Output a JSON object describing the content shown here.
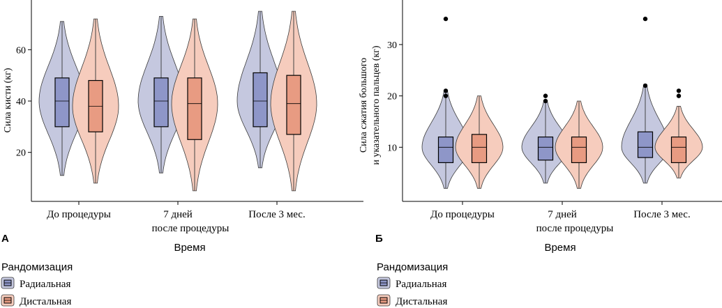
{
  "colors": {
    "radial_fill": "#c5c8df",
    "radial_box": "#8e96c8",
    "distal_fill": "#f6ccbd",
    "distal_box": "#e89b82",
    "violin_stroke": "#3a3a3a",
    "axis": "#000000"
  },
  "legend": {
    "title": "Рандомизация",
    "items": [
      {
        "label": "Радиальная",
        "key": "radial"
      },
      {
        "label": "Дистальная",
        "key": "distal"
      }
    ]
  },
  "chart_data": [
    {
      "panel": "А",
      "type": "violin",
      "ylabel": "Сила кисти (кг)",
      "xlabel": "Время",
      "categories": [
        {
          "line1": "До процедуры",
          "line2": ""
        },
        {
          "line1": "7 дней",
          "line2": "после процедуры"
        },
        {
          "line1": "После 3 мес.",
          "line2": ""
        }
      ],
      "ylim": [
        2,
        78
      ],
      "yticks": [
        20,
        40,
        60
      ],
      "series": [
        {
          "name": "Радиальная",
          "key": "radial",
          "groups": [
            {
              "min": 11,
              "q1": 30,
              "median": 40,
              "q3": 49,
              "max": 71,
              "outliers": []
            },
            {
              "min": 12,
              "q1": 30,
              "median": 40,
              "q3": 49,
              "max": 73,
              "outliers": []
            },
            {
              "min": 14,
              "q1": 30,
              "median": 40,
              "q3": 51,
              "max": 75,
              "outliers": []
            }
          ]
        },
        {
          "name": "Дистальная",
          "key": "distal",
          "groups": [
            {
              "min": 8,
              "q1": 28,
              "median": 38,
              "q3": 48,
              "max": 72,
              "outliers": []
            },
            {
              "min": 5,
              "q1": 25,
              "median": 39,
              "q3": 49,
              "max": 72,
              "outliers": []
            },
            {
              "min": 5,
              "q1": 27,
              "median": 39,
              "q3": 50,
              "max": 75,
              "outliers": []
            }
          ]
        }
      ]
    },
    {
      "panel": "Б",
      "type": "violin",
      "ylabel": "Сила сжатия большого и указательного пальцев (кг)",
      "ylabel_line1": "Сила сжатия большого",
      "ylabel_line2": "и указательного пальцев (кг)",
      "xlabel": "Время",
      "categories": [
        {
          "line1": "До процедуры",
          "line2": ""
        },
        {
          "line1": "7 дней",
          "line2": "после процедуры"
        },
        {
          "line1": "После 3 мес.",
          "line2": ""
        }
      ],
      "ylim": [
        0,
        38
      ],
      "yticks": [
        10,
        20,
        30
      ],
      "series": [
        {
          "name": "Радиальная",
          "key": "radial",
          "groups": [
            {
              "min": 2,
              "q1": 7,
              "median": 10,
              "q3": 12,
              "max": 21,
              "outliers": [
                35,
                21,
                20
              ]
            },
            {
              "min": 3,
              "q1": 7.5,
              "median": 10,
              "q3": 12,
              "max": 19,
              "outliers": [
                20,
                19
              ]
            },
            {
              "min": 3,
              "q1": 8,
              "median": 10,
              "q3": 13,
              "max": 22,
              "outliers": [
                35,
                22
              ]
            }
          ]
        },
        {
          "name": "Дистальная",
          "key": "distal",
          "groups": [
            {
              "min": 2,
              "q1": 7,
              "median": 10,
              "q3": 12.5,
              "max": 20,
              "outliers": []
            },
            {
              "min": 2,
              "q1": 7,
              "median": 10,
              "q3": 12,
              "max": 19,
              "outliers": []
            },
            {
              "min": 4,
              "q1": 7,
              "median": 10,
              "q3": 12,
              "max": 18,
              "outliers": [
                21,
                20
              ]
            }
          ]
        }
      ]
    }
  ]
}
